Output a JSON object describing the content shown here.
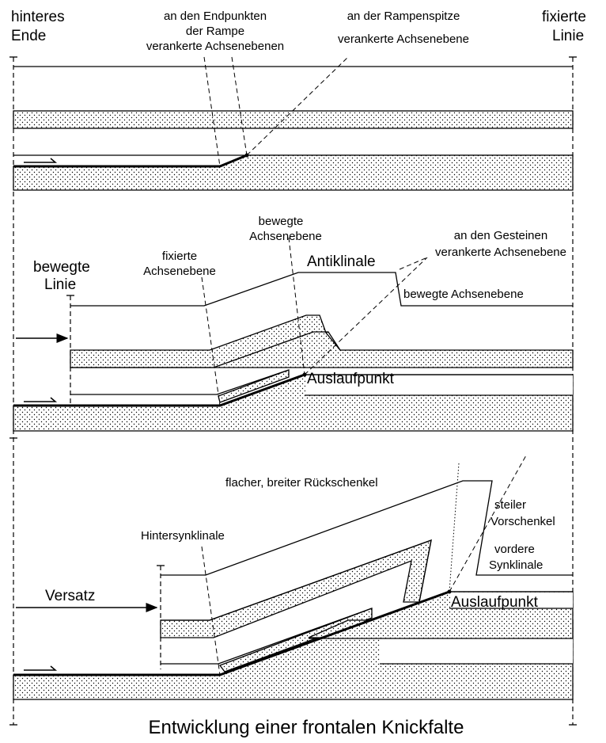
{
  "caption": "Entwicklung einer frontalen Knickfalte",
  "panel_top": {
    "left_end_label": [
      "hinteres",
      "Ende"
    ],
    "right_end_label": [
      "fixierte",
      "Linie"
    ],
    "ramp_end_planes": [
      "an den Endpunkten",
      "der Rampe",
      "verankerte Achsenebenen"
    ],
    "ramp_tip_plane": [
      "an der Rampenspitze",
      "verankerte Achsenebene"
    ]
  },
  "panel_middle": {
    "moved_line": [
      "bewegte",
      "Linie"
    ],
    "fixed_plane": [
      "fixierte",
      "Achsenebene"
    ],
    "moved_plane_top": [
      "bewegte",
      "Achsenebene"
    ],
    "anticline": "Antiklinale",
    "rock_anchored_plane": [
      "an den Gesteinen",
      "verankerte Achsenebene"
    ],
    "moved_plane_right": "bewegte Achsenebene",
    "tip_point": "Auslaufpunkt"
  },
  "panel_bottom": {
    "back_limb": "flacher, breiter Rückschenkel",
    "front_limb": [
      "steiler",
      "Vorschenkel"
    ],
    "hinter_syncline": "Hintersynklinale",
    "front_syncline": [
      "vordere",
      "Synklinale"
    ],
    "offset": "Versatz",
    "tip_point": "Auslaufpunkt"
  }
}
